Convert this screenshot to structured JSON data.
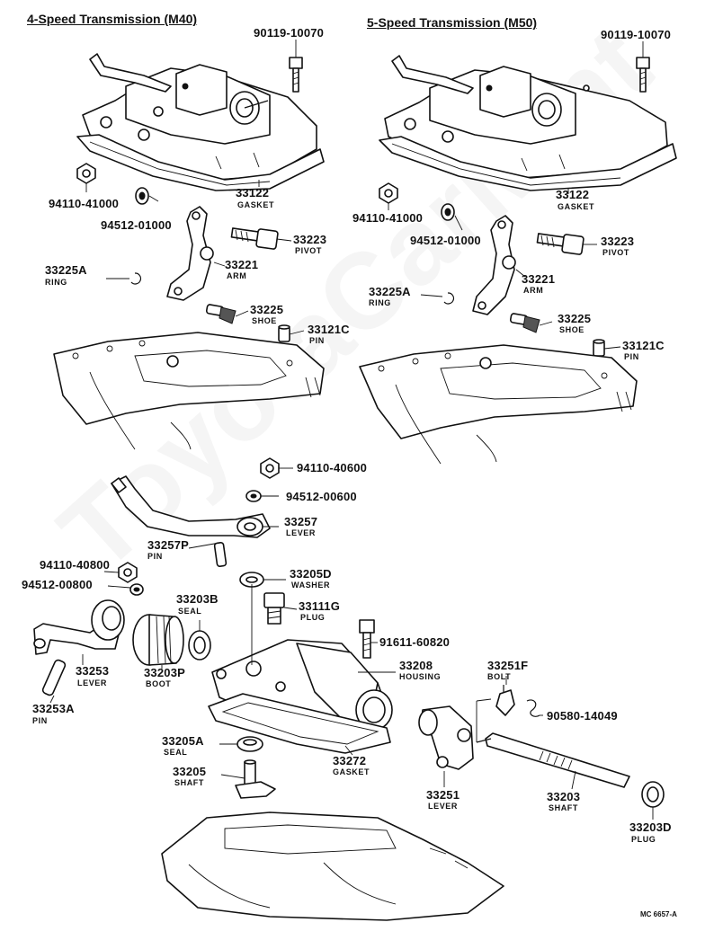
{
  "titles": {
    "left": "4-Speed Transmission (M40)",
    "right": "5-Speed Transmission (M50)"
  },
  "watermark": "ToyotaCarMint",
  "footer": "MC 6657-A",
  "parts_left": [
    {
      "no": "90119-10070",
      "name": ""
    },
    {
      "no": "94110-41000",
      "name": ""
    },
    {
      "no": "94512-01000",
      "name": ""
    },
    {
      "no": "33122",
      "name": "GASKET"
    },
    {
      "no": "33223",
      "name": "PIVOT"
    },
    {
      "no": "33225A",
      "name": "RING"
    },
    {
      "no": "33221",
      "name": "ARM"
    },
    {
      "no": "33225",
      "name": "SHOE"
    },
    {
      "no": "33121C",
      "name": "PIN"
    }
  ],
  "parts_right": [
    {
      "no": "90119-10070",
      "name": ""
    },
    {
      "no": "94110-41000",
      "name": ""
    },
    {
      "no": "94512-01000",
      "name": ""
    },
    {
      "no": "33122",
      "name": "GASKET"
    },
    {
      "no": "33223",
      "name": "PIVOT"
    },
    {
      "no": "33225A",
      "name": "RING"
    },
    {
      "no": "33221",
      "name": "ARM"
    },
    {
      "no": "33225",
      "name": "SHOE"
    },
    {
      "no": "33121C",
      "name": "PIN"
    }
  ],
  "parts_bottom": [
    {
      "no": "94110-40600",
      "name": ""
    },
    {
      "no": "94512-00600",
      "name": ""
    },
    {
      "no": "33257",
      "name": "LEVER"
    },
    {
      "no": "33257P",
      "name": "PIN"
    },
    {
      "no": "94110-40800",
      "name": ""
    },
    {
      "no": "94512-00800",
      "name": ""
    },
    {
      "no": "33205D",
      "name": "WASHER"
    },
    {
      "no": "33203B",
      "name": "SEAL"
    },
    {
      "no": "33111G",
      "name": "PLUG"
    },
    {
      "no": "91611-60820",
      "name": ""
    },
    {
      "no": "33208",
      "name": "HOUSING"
    },
    {
      "no": "33251F",
      "name": "BOLT"
    },
    {
      "no": "90580-14049",
      "name": ""
    },
    {
      "no": "33253",
      "name": "LEVER"
    },
    {
      "no": "33203P",
      "name": "BOOT"
    },
    {
      "no": "33253A",
      "name": "PIN"
    },
    {
      "no": "33205A",
      "name": "SEAL"
    },
    {
      "no": "33272",
      "name": "GASKET"
    },
    {
      "no": "33205",
      "name": "SHAFT"
    },
    {
      "no": "33251",
      "name": "LEVER"
    },
    {
      "no": "33203",
      "name": "SHAFT"
    },
    {
      "no": "33203D",
      "name": "PLUG"
    }
  ]
}
